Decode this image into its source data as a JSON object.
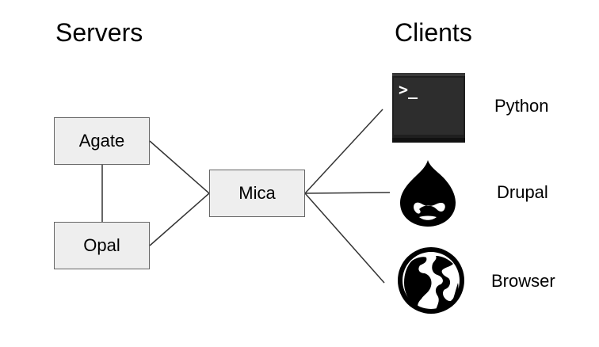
{
  "headings": {
    "servers": "Servers",
    "clients": "Clients"
  },
  "servers": {
    "agate": "Agate",
    "opal": "Opal",
    "mica": "Mica"
  },
  "clients": {
    "python": {
      "label": "Python",
      "icon": "terminal-icon"
    },
    "drupal": {
      "label": "Drupal",
      "icon": "drupal-icon"
    },
    "browser": {
      "label": "Browser",
      "icon": "globe-icon"
    }
  },
  "terminal_prompt": ">_",
  "colors": {
    "box_fill": "#eeeeee",
    "box_border": "#666666",
    "connector": "#333333",
    "icon": "#000000"
  }
}
